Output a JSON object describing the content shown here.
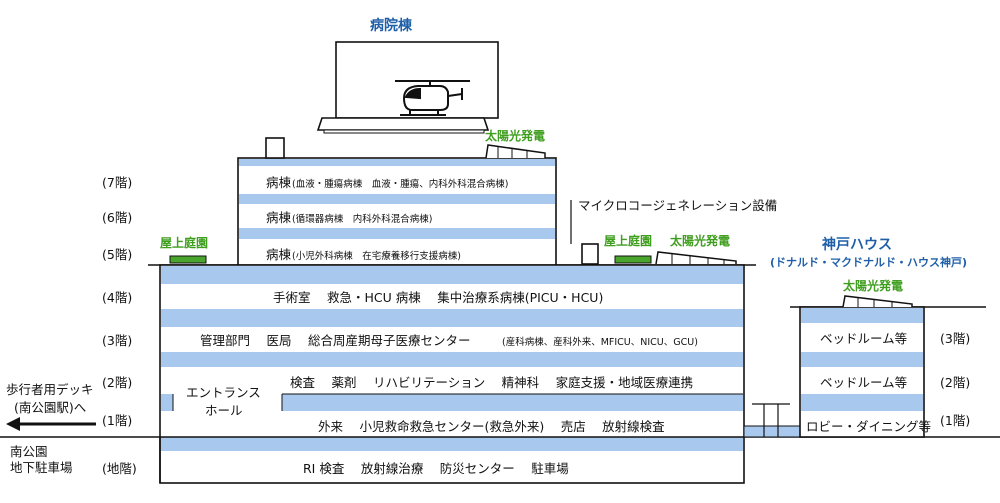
{
  "hospital_title": "病院棟",
  "floor_labels": {
    "f7": "(7階)",
    "f6": "(6階)",
    "f5": "(5階)",
    "f4": "(4階)",
    "f3": "(3階)",
    "f2": "(2階)",
    "f1": "(1階)",
    "b1": "(地階)"
  },
  "wards": {
    "f7_main": "病棟",
    "f7_sub": "(血液・腫瘍病棟　血液・腫瘍、内科外科混合病棟)",
    "f6_main": "病棟",
    "f6_sub": "(循環器病棟　内科外科混合病棟)",
    "f5_main": "病棟",
    "f5_sub": "(小児外科病棟　在宅療養移行支援病棟)"
  },
  "rooftop": {
    "solar": "太陽光発電",
    "garden": "屋上庭園",
    "cogeneration": "マイクロコージェネレーション設備"
  },
  "main_floors": {
    "f4": "手術室　 救急・HCU 病棟　 集中治療系病棟(PICU・HCU)",
    "f3_main": "管理部門　 医局　 総合周産期母子医療センター",
    "f3_sub": "(産科病棟、産科外来、MFICU、NICU、GCU)",
    "f2": "検査　 薬剤　 リハビリテーション　 精神科　 家庭支援・地域医療連携",
    "f1": "外来　 小児救命救急センター(救急外来)　 売店　 放射線検査",
    "b1": "RI 検査　 放射線治療　 防災センター　 駐車場",
    "entrance_line1": "エントランス",
    "entrance_line2": "ホール"
  },
  "left_notes": {
    "deck_line1": "歩行者用デッキ",
    "deck_line2": "(南公園駅)へ",
    "parking_line1": "南公園",
    "parking_line2": "地下駐車場"
  },
  "kobe_house": {
    "title": "神戸ハウス",
    "subtitle": "(ドナルド・マクドナルド・ハウス神戸)",
    "solar": "太陽光発電",
    "f3": "ベッドルーム等",
    "f2": "ベッドルーム等",
    "f1": "ロビー・ダイニング等",
    "f3_label": "(3階)",
    "f2_label": "(2階)",
    "f1_label": "(1階)"
  },
  "colors": {
    "stripe": "#a9c8ee",
    "text_blue": "#1f5fa8",
    "text_green": "#3f9e1e",
    "roof_green": "#4aa52c"
  }
}
